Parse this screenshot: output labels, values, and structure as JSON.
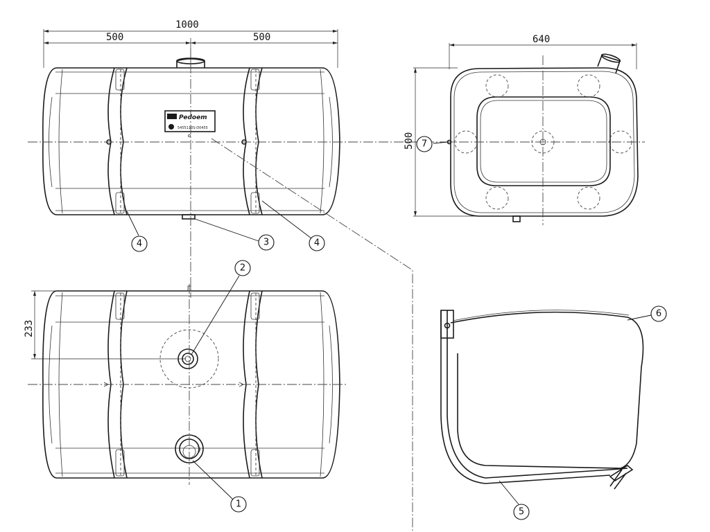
{
  "dimensions": {
    "overall_length": "1000",
    "half_left": "500",
    "half_right": "500",
    "width": "640",
    "height": "500",
    "offset": "233"
  },
  "callouts": [
    "1",
    "2",
    "3",
    "4",
    "4",
    "5",
    "6",
    "7"
  ],
  "nameplate": {
    "brand": "Pedoem",
    "code": "5455110S-D0455"
  }
}
